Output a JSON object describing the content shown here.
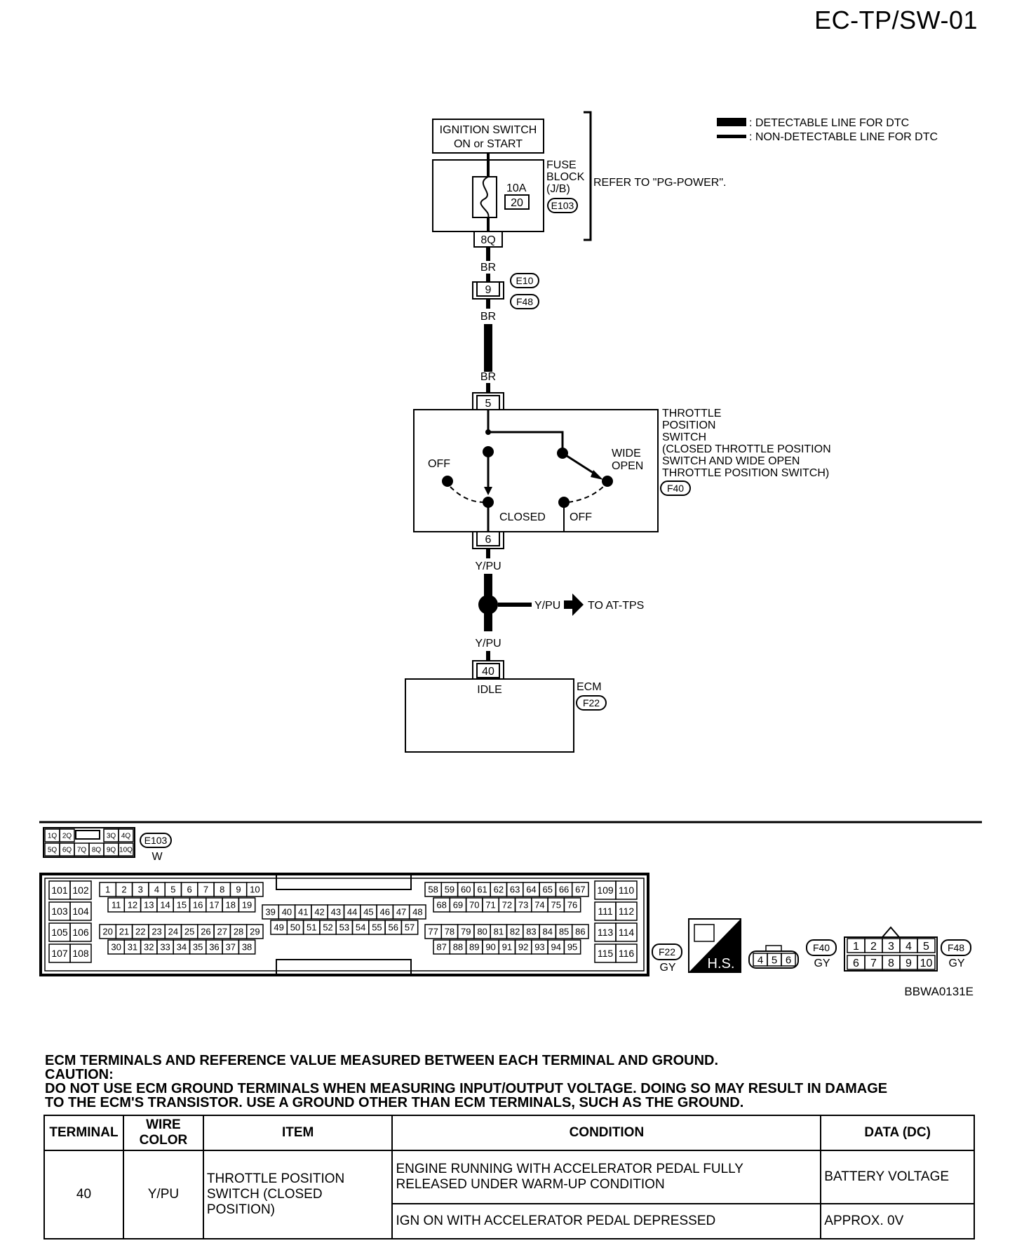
{
  "page_title": "EC-TP/SW-01",
  "legend": {
    "detectable": ": DETECTABLE LINE FOR DTC",
    "non_detectable": ": NON-DETECTABLE LINE FOR DTC"
  },
  "ignition_switch": {
    "line1": "IGNITION SWITCH",
    "line2": "ON or START"
  },
  "fuse_block": {
    "line1": "FUSE",
    "line2": "BLOCK",
    "line3": "(J/B)",
    "connector": "E103",
    "amp": "10A",
    "fuse_no": "20",
    "terminal": "8Q"
  },
  "refer_text": "REFER TO \"PG-POWER\".",
  "wires": {
    "br": "BR",
    "ypu": "Y/PU"
  },
  "joint_connector": {
    "terminal": "9",
    "conn_top": "E10",
    "conn_bottom": "F48"
  },
  "tps": {
    "label_lines": [
      "THROTTLE",
      "POSITION",
      "SWITCH",
      "(CLOSED THROTTLE POSITION",
      "SWITCH AND WIDE OPEN",
      "THROTTLE POSITION SWITCH)"
    ],
    "connector": "F40",
    "pin_top": "5",
    "pin_bottom": "6",
    "off_left": "OFF",
    "wide_open_1": "WIDE",
    "wide_open_2": "OPEN",
    "closed": "CLOSED",
    "off_right": "OFF"
  },
  "branch": {
    "wire": "Y/PU",
    "dest": "TO AT-TPS"
  },
  "ecm": {
    "label": "ECM",
    "connector": "F22",
    "pin": "40",
    "pin_label": "IDLE"
  },
  "connectors": {
    "e103": {
      "id": "E103",
      "color": "W",
      "row1": [
        "1Q",
        "2Q",
        "3Q",
        "4Q"
      ],
      "row2": [
        "5Q",
        "6Q",
        "7Q",
        "8Q",
        "9Q",
        "10Q"
      ]
    },
    "f22": {
      "id": "F22",
      "color": "GY",
      "left_pairs": [
        [
          "101",
          "102"
        ],
        [
          "103",
          "104"
        ],
        [
          "105",
          "106"
        ],
        [
          "107",
          "108"
        ]
      ],
      "row1": [
        "1",
        "2",
        "3",
        "4",
        "5",
        "6",
        "7",
        "8",
        "9",
        "10"
      ],
      "row2": [
        "11",
        "12",
        "13",
        "14",
        "15",
        "16",
        "17",
        "18",
        "19"
      ],
      "row3": [
        "20",
        "21",
        "22",
        "23",
        "24",
        "25",
        "26",
        "27",
        "28",
        "29"
      ],
      "row4": [
        "30",
        "31",
        "32",
        "33",
        "34",
        "35",
        "36",
        "37",
        "38"
      ],
      "mid1": [
        "39",
        "40",
        "41",
        "42",
        "43",
        "44",
        "45",
        "46",
        "47",
        "48"
      ],
      "mid2": [
        "49",
        "50",
        "51",
        "52",
        "53",
        "54",
        "55",
        "56",
        "57"
      ],
      "r1": [
        "58",
        "59",
        "60",
        "61",
        "62",
        "63",
        "64",
        "65",
        "66",
        "67"
      ],
      "r2": [
        "68",
        "69",
        "70",
        "71",
        "72",
        "73",
        "74",
        "75",
        "76"
      ],
      "r3": [
        "77",
        "78",
        "79",
        "80",
        "81",
        "82",
        "83",
        "84",
        "85",
        "86"
      ],
      "r4": [
        "87",
        "88",
        "89",
        "90",
        "91",
        "92",
        "93",
        "94",
        "95"
      ],
      "right_pairs": [
        [
          "109",
          "110"
        ],
        [
          "111",
          "112"
        ],
        [
          "113",
          "114"
        ],
        [
          "115",
          "116"
        ]
      ]
    },
    "hs": "H.S.",
    "f40": {
      "id": "F40",
      "color": "GY",
      "pins": [
        "4",
        "5",
        "6"
      ]
    },
    "f48": {
      "id": "F48",
      "color": "GY",
      "row1": [
        "1",
        "2",
        "3",
        "4",
        "5"
      ],
      "row2": [
        "6",
        "7",
        "8",
        "9",
        "10"
      ]
    }
  },
  "figure_code": "BBWA0131E",
  "notes": [
    "ECM TERMINALS AND REFERENCE VALUE MEASURED BETWEEN EACH TERMINAL AND GROUND.",
    "CAUTION:",
    "DO NOT USE ECM GROUND TERMINALS WHEN MEASURING INPUT/OUTPUT VOLTAGE. DOING SO MAY RESULT IN DAMAGE",
    "TO THE ECM'S TRANSISTOR. USE A GROUND OTHER THAN ECM TERMINALS, SUCH AS THE GROUND."
  ],
  "table": {
    "headers": [
      "TERMINAL",
      "WIRE COLOR",
      "ITEM",
      "CONDITION",
      "DATA (DC)"
    ],
    "terminal": "40",
    "wire_color": "Y/PU",
    "item": "THROTTLE POSITION SWITCH (CLOSED POSITION)",
    "rows": [
      {
        "condition": "ENGINE RUNNING WITH ACCELERATOR PEDAL FULLY RELEASED UNDER WARM-UP CONDITION",
        "data": "BATTERY VOLTAGE"
      },
      {
        "condition": "IGN ON WITH ACCELERATOR PEDAL DEPRESSED",
        "data": "APPROX. 0V"
      }
    ]
  }
}
